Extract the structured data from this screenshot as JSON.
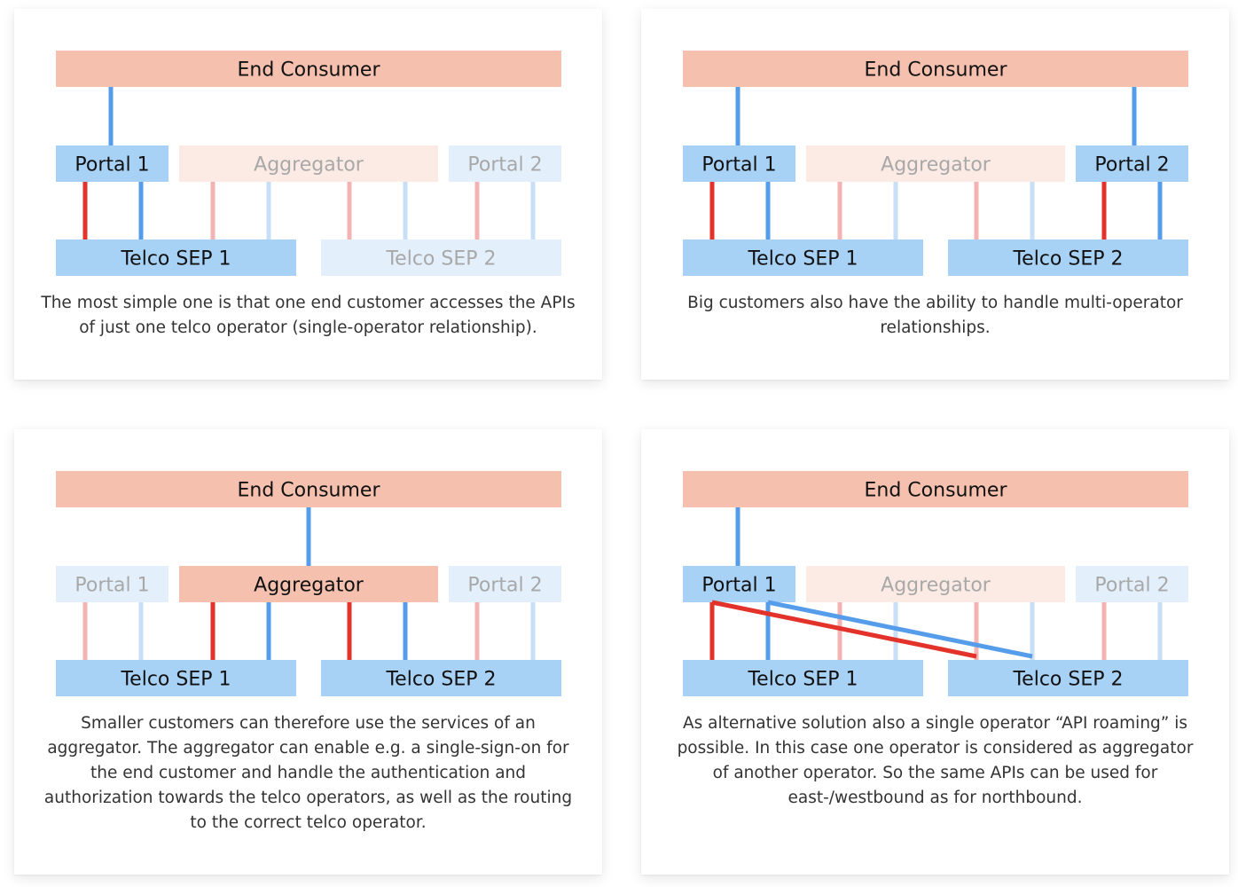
{
  "colors": {
    "consumer": "#f5c0ad",
    "consumer_faded": "#fcebe4",
    "portal": "#a8d1f6",
    "portal_faded": "#e3f0fc",
    "red_line": "#e3322a",
    "red_line_faded": "#f3b3b3",
    "blue_line": "#559cea",
    "blue_line_faded": "#c9dff8",
    "text": "#111111",
    "text_faded": "#a8a8a8"
  },
  "panels": [
    {
      "id": "single-operator",
      "labels": {
        "consumer": "End Consumer",
        "portal1": "Portal 1",
        "aggregator": "Aggregator",
        "portal2": "Portal 2",
        "sep1": "Telco SEP 1",
        "sep2": "Telco SEP 2"
      },
      "active": {
        "portal1": true,
        "aggregator": false,
        "portal2": false,
        "sep1": true,
        "sep2": false
      },
      "caption": "The most simple one is that one end customer accesses the APIs of just one telco operator (single-operator relationship)."
    },
    {
      "id": "multi-operator",
      "labels": {
        "consumer": "End Consumer",
        "portal1": "Portal 1",
        "aggregator": "Aggregator",
        "portal2": "Portal 2",
        "sep1": "Telco SEP 1",
        "sep2": "Telco SEP 2"
      },
      "active": {
        "portal1": true,
        "aggregator": false,
        "portal2": true,
        "sep1": true,
        "sep2": true
      },
      "caption": "Big customers also have the ability to handle multi-operator relationships."
    },
    {
      "id": "aggregator",
      "labels": {
        "consumer": "End Consumer",
        "portal1": "Portal 1",
        "aggregator": "Aggregator",
        "portal2": "Portal 2",
        "sep1": "Telco SEP 1",
        "sep2": "Telco SEP 2"
      },
      "active": {
        "portal1": false,
        "aggregator": true,
        "portal2": false,
        "sep1": true,
        "sep2": true
      },
      "caption": "Smaller customers can therefore use the services of an aggregator. The aggregator can enable e.g. a single-sign-on for the end customer and handle the authentication and authorization towards the telco operators, as well as the routing to the correct telco operator."
    },
    {
      "id": "api-roaming",
      "labels": {
        "consumer": "End Consumer",
        "portal1": "Portal 1",
        "aggregator": "Aggregator",
        "portal2": "Portal 2",
        "sep1": "Telco SEP 1",
        "sep2": "Telco SEP 2"
      },
      "active": {
        "portal1": true,
        "aggregator": false,
        "portal2": false,
        "sep1": true,
        "sep2": true
      },
      "roaming": true,
      "caption": "As alternative solution also a single operator “API roaming” is possible. In this case one operator is considered as aggregator of another operator. So the same APIs can be used for east-/westbound as for northbound."
    }
  ]
}
